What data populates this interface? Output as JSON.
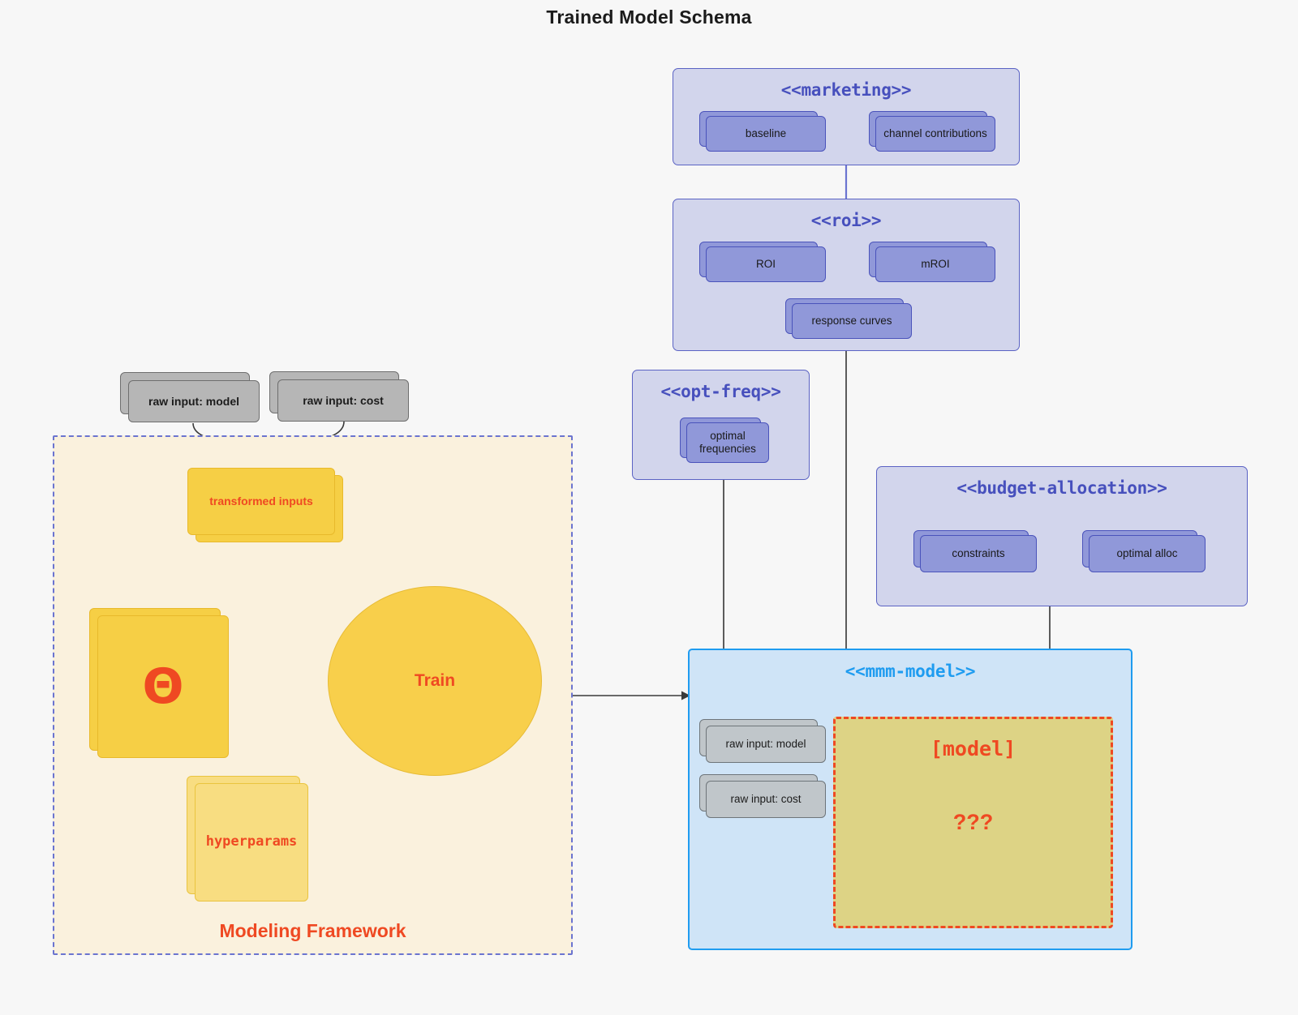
{
  "page": {
    "title": "Trained Model Schema",
    "background": "#f7f7f7"
  },
  "colors": {
    "package_fill": "#d2d5ec",
    "package_stroke": "#5b63c4",
    "package_title": "#4750bd",
    "node_blue": "#9098d9",
    "node_grey": "#b6b6b6",
    "node_yellow": "#f6cf45",
    "node_yellow_pale": "#f8dd81",
    "accent_red": "#ef4922",
    "mmm_fill": "#cfe4f7",
    "mmm_stroke": "#1f9cf0",
    "framework_fill": "#faf1dd",
    "framework_stroke": "#6b74d0",
    "model_fill": "#ddd385"
  },
  "packages": {
    "marketing": {
      "title": "<<marketing>>",
      "nodes": [
        {
          "label": "baseline"
        },
        {
          "label": "channel contributions"
        }
      ]
    },
    "roi": {
      "title": "<<roi>>",
      "nodes": [
        {
          "label": "ROI"
        },
        {
          "label": "mROI"
        },
        {
          "label": "response curves"
        }
      ]
    },
    "opt_freq": {
      "title": "<<opt-freq>>",
      "nodes": [
        {
          "label": "optimal\nfrequencies",
          "line1": "optimal",
          "line2": "frequencies"
        }
      ]
    },
    "budget_allocation": {
      "title": "<<budget-allocation>>",
      "nodes": [
        {
          "label": "constraints"
        },
        {
          "label": "optimal alloc"
        }
      ]
    },
    "mmm_model": {
      "title": "<<mmm-model>>",
      "nodes": [
        {
          "label": "raw input: model"
        },
        {
          "label": "raw input: cost"
        }
      ],
      "model_placeholder": {
        "title": "[model]",
        "unknown": "???"
      }
    }
  },
  "raw_inputs": [
    {
      "label": "raw input: model"
    },
    {
      "label": "raw input: cost"
    }
  ],
  "framework": {
    "label": "Modeling Framework",
    "transformed_inputs": "transformed inputs",
    "theta": "Θ",
    "hyperparams": "hyperparams",
    "train": "Train"
  }
}
